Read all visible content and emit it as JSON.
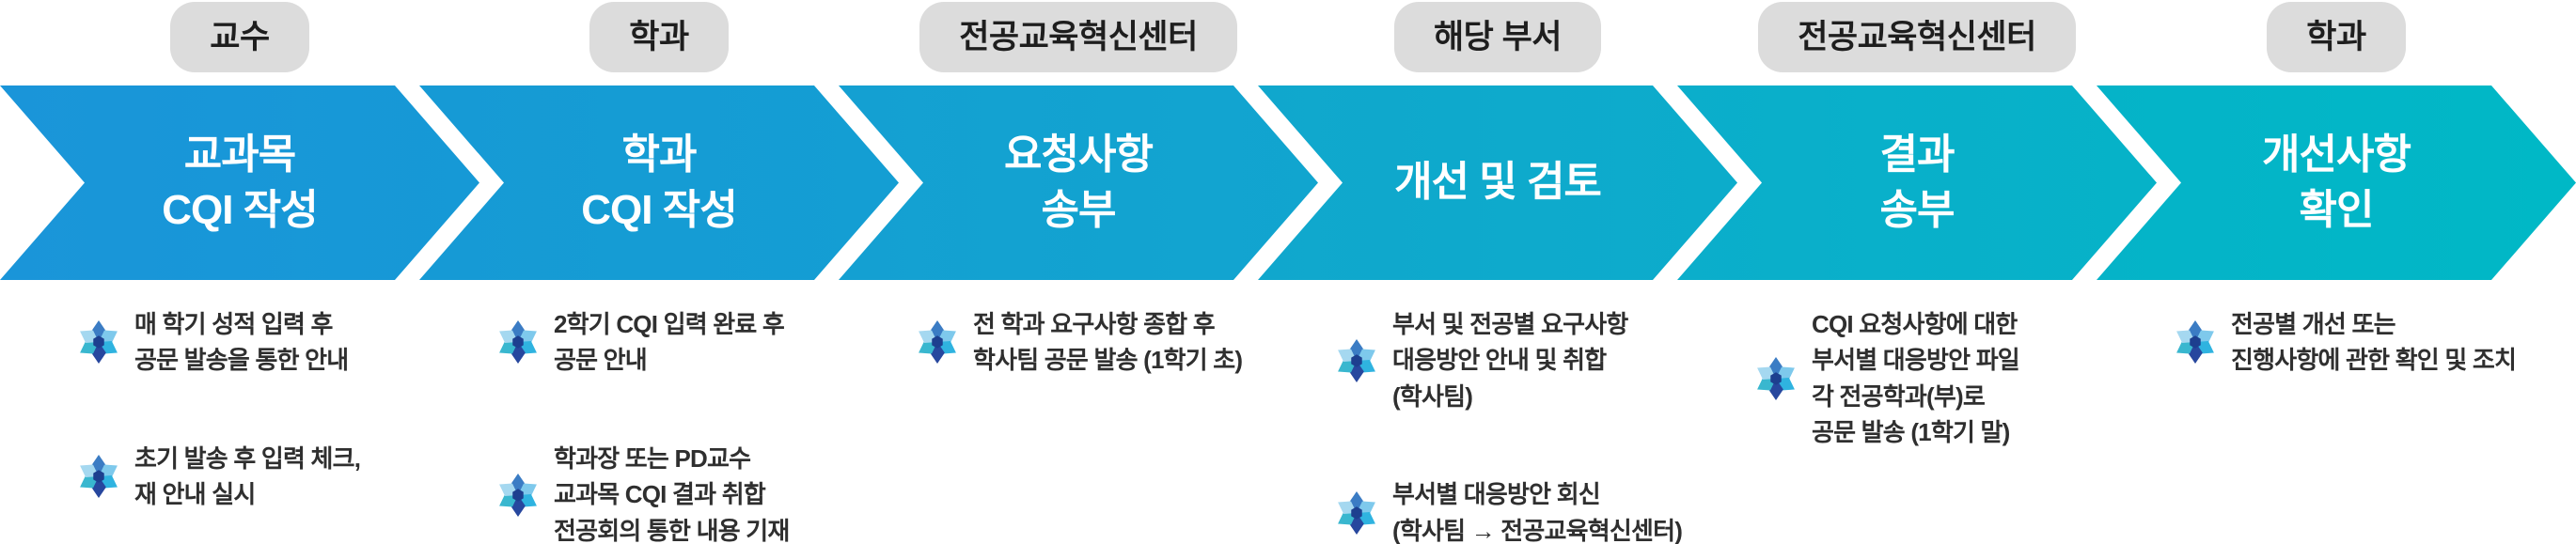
{
  "diagram": {
    "background": "#ffffff",
    "badge_bg": "#dcdcdc",
    "badge_text_color": "#1e1e1e",
    "title_text_color": "#ffffff",
    "bullet_text_color": "#2f2f2f",
    "snowflake_colors": [
      "#3b7cc4",
      "#7ec9ec",
      "#2fb3e0",
      "#27479e",
      "#39b7cf",
      "#a5d8f0",
      "#1d3f8f"
    ]
  },
  "steps": [
    {
      "badge": "교수",
      "title": "교과목\nCQI 작성",
      "color_start": "#1a95d9",
      "color_end": "#1699d6",
      "bullets": [
        "매 학기 성적 입력 후\n공문 발송을 통한 안내",
        "초기 발송 후 입력 체크,\n재 안내 실시"
      ]
    },
    {
      "badge": "학과",
      "title": "학과\nCQI 작성",
      "color_start": "#169ad5",
      "color_end": "#149ed3",
      "bullets": [
        "2학기 CQI 입력 완료 후\n공문 안내",
        "학과장 또는 PD교수\n교과목 CQI 결과 취합\n전공회의 통한 내용 기재"
      ]
    },
    {
      "badge": "전공교육혁신센터",
      "title": "요청사항\n송부",
      "color_start": "#14a0d2",
      "color_end": "#11a5cf",
      "bullets": [
        "전 학과 요구사항 종합 후\n학사팀 공문 발송 (1학기 초)"
      ]
    },
    {
      "badge": "해당 부서",
      "title": "개선 및 검토",
      "color_start": "#10a7cd",
      "color_end": "#0caccb",
      "bullets": [
        "부서 및 전공별 요구사항\n대응방안 안내 및 취합\n(학사팀)",
        "부서별 대응방안 회신\n(학사팀 → 전공교육혁신센터)"
      ]
    },
    {
      "badge": "전공교육혁신센터",
      "title": "결과\n송부",
      "color_start": "#0baecb",
      "color_end": "#06b2c8",
      "bullets": [
        "CQI 요청사항에 대한\n부서별 대응방안 파일\n각 전공학과(부)로\n공문 발송 (1학기 말)"
      ]
    },
    {
      "badge": "학과",
      "title": "개선사항\n확인",
      "color_start": "#05b3c8",
      "color_end": "#00b8c6",
      "bullets": [
        "전공별 개선 또는\n진행사항에 관한 확인 및 조치"
      ]
    }
  ]
}
